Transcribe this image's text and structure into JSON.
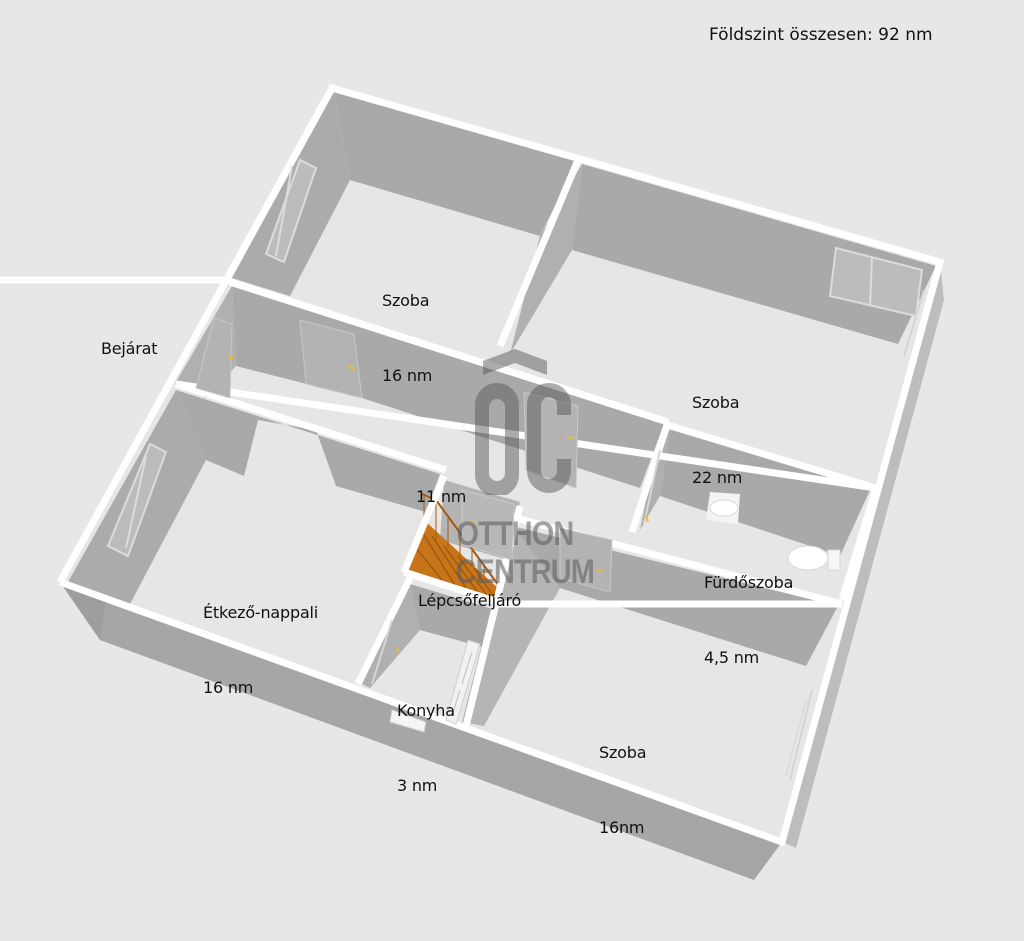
{
  "title": "Földszint összesen: 92 nm",
  "entrance_label": "Bejárat",
  "rooms": [
    {
      "id": "szoba-16-top",
      "name": "Szoba",
      "area": "16 nm"
    },
    {
      "id": "szoba-22",
      "name": "Szoba",
      "area": "22 nm"
    },
    {
      "id": "hallway",
      "name": "",
      "area": "11 nm"
    },
    {
      "id": "etkezo-nappali",
      "name": "Étkező-nappali",
      "area": "16 nm"
    },
    {
      "id": "lepcsofeljaro",
      "name": "Lépcsőfeljáró",
      "area": ""
    },
    {
      "id": "furdoszoba",
      "name": "Fürdőszoba",
      "area": "4,5 nm"
    },
    {
      "id": "konyha",
      "name": "Konyha",
      "area": "3 nm"
    },
    {
      "id": "szoba-16-bottom",
      "name": "Szoba",
      "area": "16nm"
    }
  ],
  "watermark": {
    "monogram": "OC",
    "line1": "OTTHON",
    "line2": "CENTRUM"
  },
  "colors": {
    "background": "#e7e7e7",
    "floor": "#e6e6e6",
    "wall_inner": "#a9a9a9",
    "wall_outer": "#a3a3a3",
    "wall_top": "#ffffff",
    "stairs": "#c8751a",
    "door_handle": "#e6c229"
  }
}
